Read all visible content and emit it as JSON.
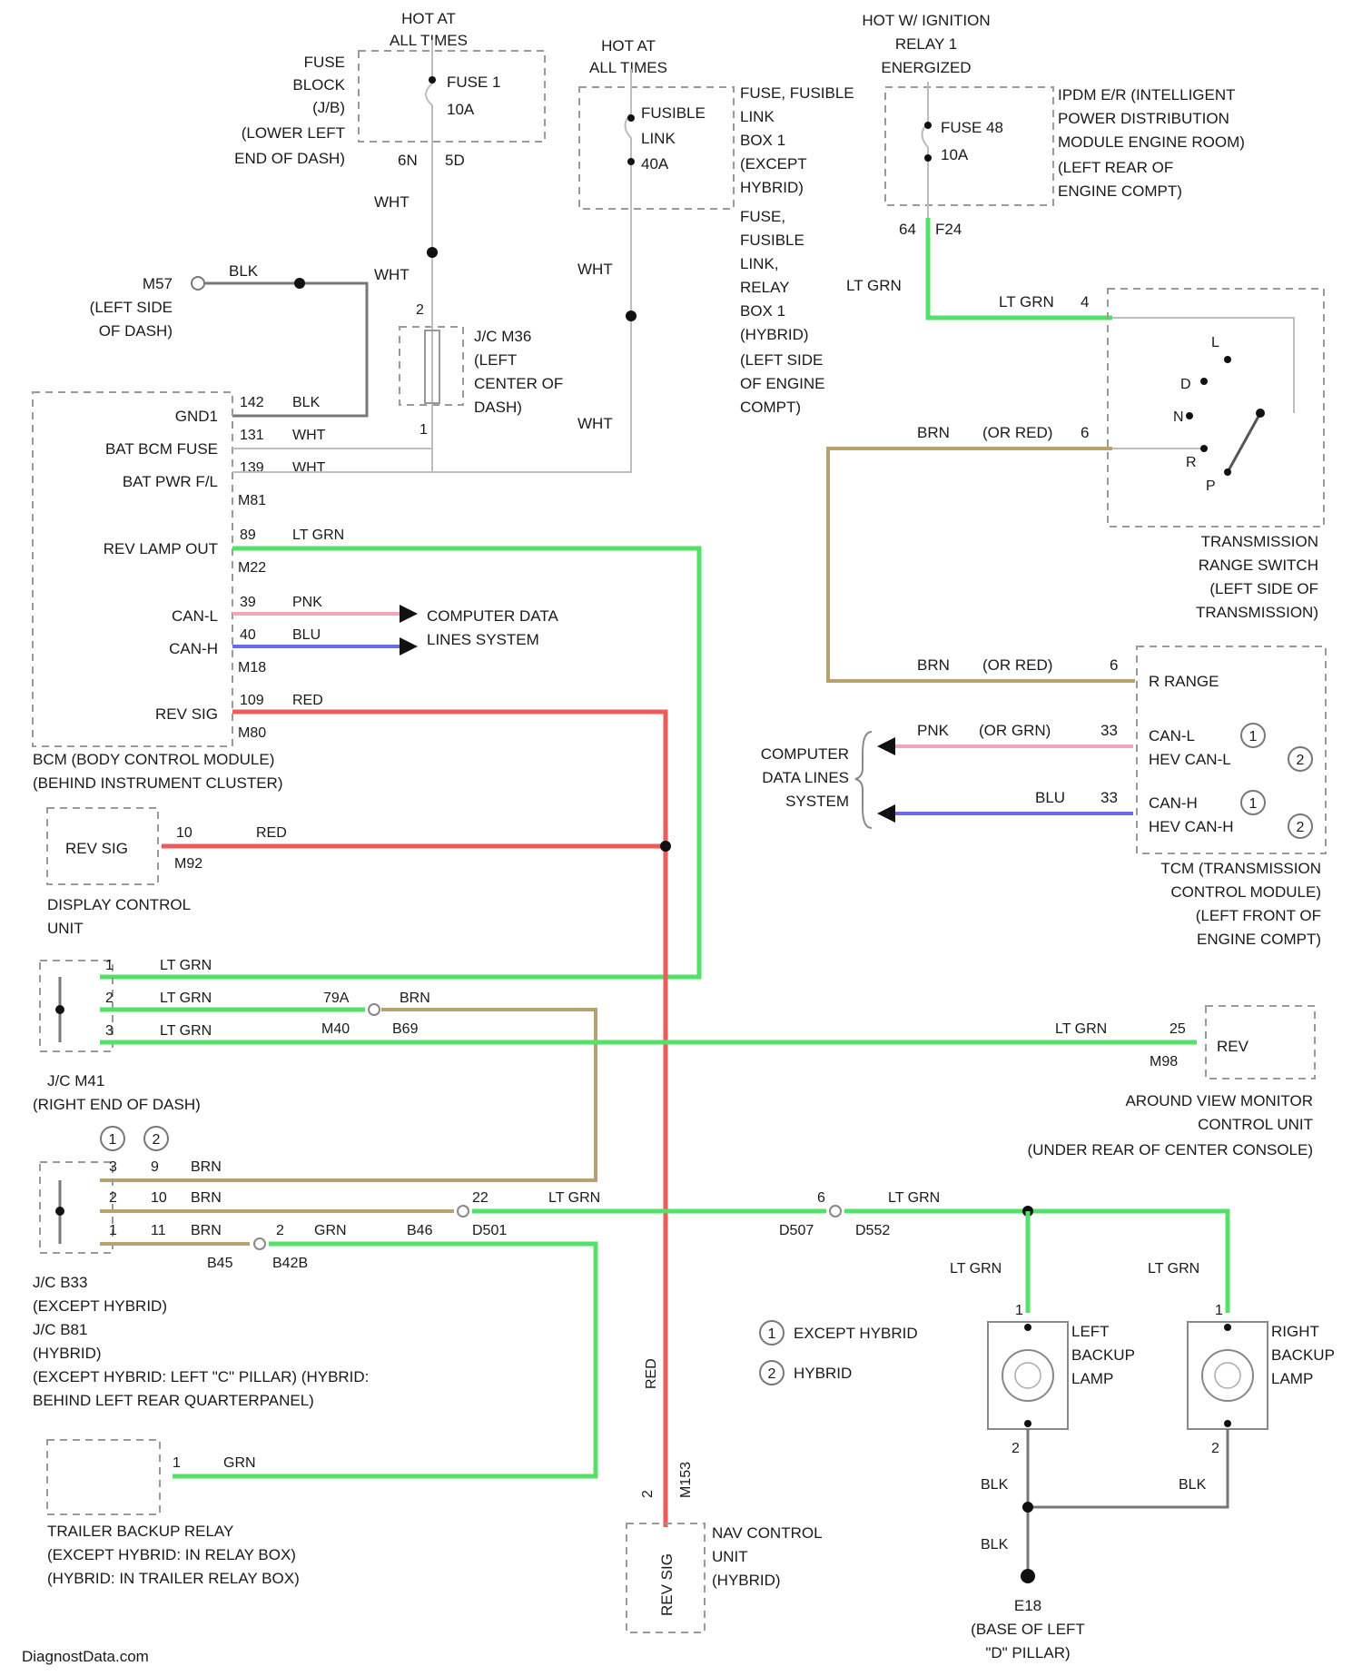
{
  "watermark": "DiagnostData.com",
  "power": {
    "hot_at_all_times_1": [
      "HOT AT",
      "ALL TIMES"
    ],
    "hot_at_all_times_2": [
      "HOT AT",
      "ALL TIMES"
    ],
    "hot_ignition": [
      "HOT W/ IGNITION",
      "RELAY 1",
      "ENERGIZED"
    ]
  },
  "fuse_block": {
    "label": [
      "FUSE",
      "BLOCK",
      "(J/B)",
      "(LOWER LEFT",
      "END OF DASH)"
    ],
    "fuse": "FUSE 1",
    "amps": "10A",
    "pins": [
      "6N",
      "5D"
    ]
  },
  "fusible_link": {
    "fuse": "FUSIBLE",
    "fuse2": "LINK",
    "amps": "40A",
    "label": [
      "FUSE, FUSIBLE",
      "LINK",
      "BOX 1",
      "(EXCEPT",
      "HYBRID)",
      "FUSE,",
      "FUSIBLE",
      "LINK,",
      "RELAY",
      "BOX 1",
      "(HYBRID)",
      "(LEFT SIDE",
      "OF ENGINE",
      "COMPT)"
    ]
  },
  "ipdm": {
    "fuse": "FUSE 48",
    "amps": "10A",
    "pins": [
      "64",
      "F24"
    ],
    "label": [
      "IPDM E/R (INTELLIGENT",
      "POWER DISTRIBUTION",
      "MODULE ENGINE ROOM)",
      "(LEFT REAR OF",
      "ENGINE COMPT)"
    ]
  },
  "ground_m57": {
    "id": "M57",
    "label": [
      "(LEFT SIDE",
      "OF DASH)"
    ],
    "wire": "BLK"
  },
  "jc_m36": {
    "label": [
      "J/C M36",
      "(LEFT",
      "CENTER OF",
      "DASH)"
    ],
    "pins": [
      "2",
      "1"
    ]
  },
  "wire_colors": {
    "wht": "WHT",
    "blk": "BLK",
    "lt_grn": "LT GRN",
    "pnk": "PNK",
    "blu": "BLU",
    "red": "RED",
    "brn": "BRN",
    "grn": "GRN",
    "or_red": "(OR RED)",
    "or_grn": "(OR GRN)"
  },
  "bcm": {
    "pins": [
      {
        "name": "GND1",
        "num": "142",
        "color": "BLK"
      },
      {
        "name": "BAT BCM FUSE",
        "num": "131",
        "color": "WHT"
      },
      {
        "name": "BAT PWR F/L",
        "num": "139",
        "color": "WHT"
      },
      {
        "name": "REV LAMP OUT",
        "num": "89",
        "color": "LT GRN"
      },
      {
        "name": "CAN-L",
        "num": "39",
        "color": "PNK"
      },
      {
        "name": "CAN-H",
        "num": "40",
        "color": "BLU"
      },
      {
        "name": "REV SIG",
        "num": "109",
        "color": "RED"
      }
    ],
    "connectors": [
      "M81",
      "M22",
      "M18",
      "M80"
    ],
    "label": [
      "BCM (BODY CONTROL MODULE)",
      "(BEHIND INSTRUMENT CLUSTER)"
    ]
  },
  "computer_data": {
    "label": [
      "COMPUTER DATA",
      "LINES SYSTEM"
    ]
  },
  "computer_data_right": {
    "label": [
      "COMPUTER",
      "DATA LINES",
      "SYSTEM"
    ]
  },
  "trs": {
    "label": [
      "TRANSMISSION",
      "RANGE SWITCH",
      "(LEFT SIDE OF",
      "TRANSMISSION)"
    ],
    "pins": [
      "4",
      "6"
    ],
    "positions": [
      "L",
      "D",
      "N",
      "R",
      "P"
    ]
  },
  "tcm": {
    "label": [
      "TCM (TRANSMISSION",
      "CONTROL MODULE)",
      "(LEFT FRONT OF",
      "ENGINE COMPT)"
    ],
    "r_range": "R RANGE",
    "pin_r": "6",
    "canl": [
      "CAN-L",
      "HEV CAN-L"
    ],
    "canh": [
      "CAN-H",
      "HEV CAN-H"
    ],
    "pin_l": "33",
    "pin_h": "33"
  },
  "display": {
    "label": [
      "DISPLAY CONTROL",
      "UNIT"
    ],
    "pin_name": "REV SIG",
    "pin": "10",
    "conn": "M92"
  },
  "jc_m41": {
    "label": [
      "J/C M41",
      "(RIGHT END OF DASH)"
    ],
    "pins": [
      "1",
      "2",
      "3"
    ],
    "conn": [
      "79A",
      "M40",
      "B69"
    ]
  },
  "avm": {
    "label": [
      "AROUND VIEW MONITOR",
      "CONTROL UNIT",
      "(UNDER REAR OF CENTER CONSOLE)"
    ],
    "pin_name": "REV",
    "pin": "25",
    "conn": "M98"
  },
  "jc_b33": {
    "label": [
      "J/C B33",
      "(EXCEPT HYBRID)",
      "J/C B81",
      "(HYBRID)",
      "(EXCEPT HYBRID: LEFT \"C\" PILLAR) (HYBRID:",
      "BEHIND LEFT REAR QUARTERPANEL)"
    ],
    "cols": [
      "1",
      "2"
    ],
    "rows": [
      [
        "3",
        "9"
      ],
      [
        "2",
        "10"
      ],
      [
        "1",
        "11"
      ]
    ],
    "conns": [
      "B46",
      "D501",
      "B45",
      "B42B",
      "D507",
      "D552"
    ],
    "pin_22": "22",
    "pin_2": "2",
    "pin_6": "6"
  },
  "legend": [
    {
      "num": "1",
      "text": "EXCEPT HYBRID"
    },
    {
      "num": "2",
      "text": "HYBRID"
    }
  ],
  "trailer": {
    "label": [
      "TRAILER BACKUP RELAY",
      "(EXCEPT HYBRID: IN RELAY BOX)",
      "(HYBRID: IN TRAILER RELAY BOX)"
    ],
    "pin": "1"
  },
  "nav": {
    "label": [
      "NAV CONTROL",
      "UNIT",
      "(HYBRID)"
    ],
    "pin_name": "REV SIG",
    "pin": "2",
    "conn": "M153"
  },
  "lamps": {
    "left": [
      "LEFT",
      "BACKUP",
      "LAMP"
    ],
    "right": [
      "RIGHT",
      "BACKUP",
      "LAMP"
    ],
    "pins": [
      "1",
      "2"
    ]
  },
  "ground_e18": {
    "id": "E18",
    "label": [
      "(BASE OF LEFT",
      "\"D\" PILLAR)"
    ]
  }
}
